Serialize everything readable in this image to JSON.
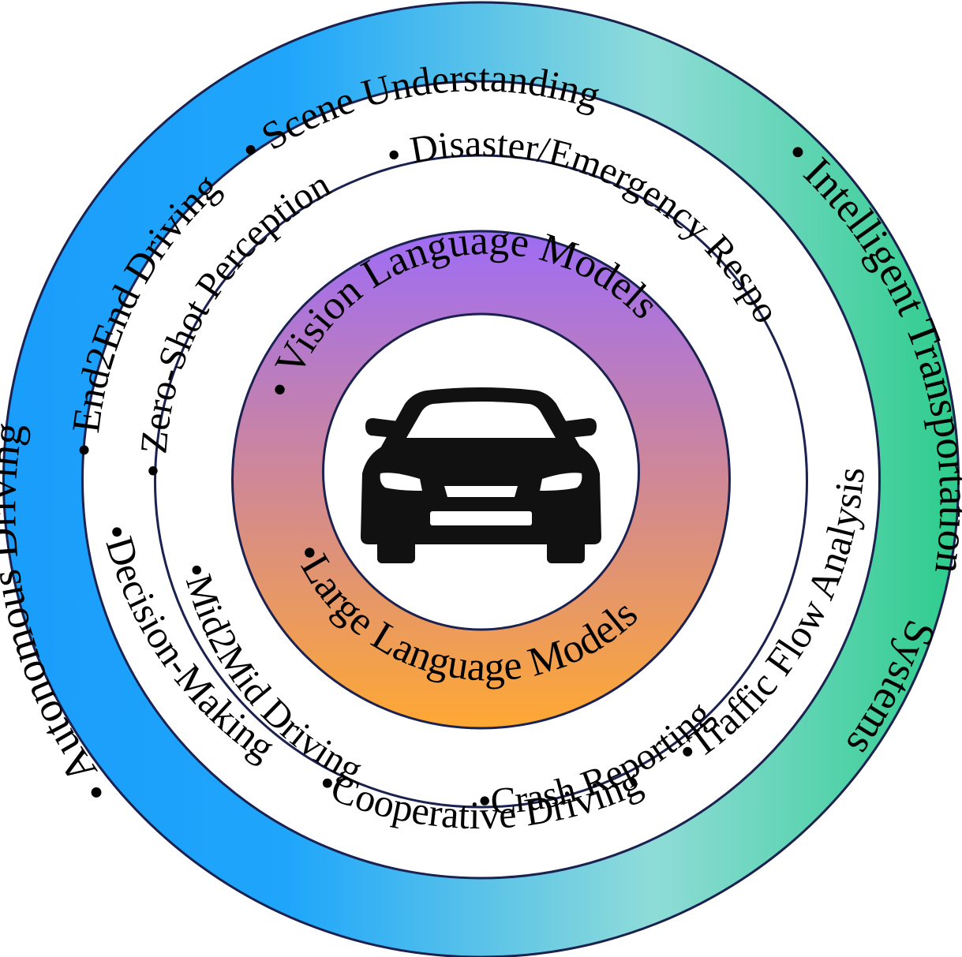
{
  "colors": {
    "outer_left": "#1a9dfb",
    "outer_mid": "#8fdcd8",
    "outer_right": "#2ecc8c",
    "core_top": "#9e6cf6",
    "core_mid": "#d08896",
    "core_bottom": "#ffa833",
    "stroke": "#1b2250"
  },
  "outer_ring": {
    "left_label": "• Autonomous Driving",
    "right_top_label": "• Intelligent Transportation",
    "right_bottom_label": "Systems"
  },
  "middle_ring": {
    "end2end": "• End2End Driving",
    "scene": "• Scene Understanding",
    "decision": "•Decision-Making",
    "cooperative": "•Cooperative Driving",
    "traffic": "•Traffic Flow Analysis"
  },
  "inner_ring": {
    "zeroshot": "• Zero-Shot Perception",
    "disaster": "• Disaster/Emergency Response",
    "mid2mid": "•Mid2Mid Driving",
    "crash": "•Crash Reporting"
  },
  "core_ring": {
    "vlm": "• Vision Language Models",
    "llm": "•Large Language Models"
  },
  "center_icon": "car-front-icon"
}
